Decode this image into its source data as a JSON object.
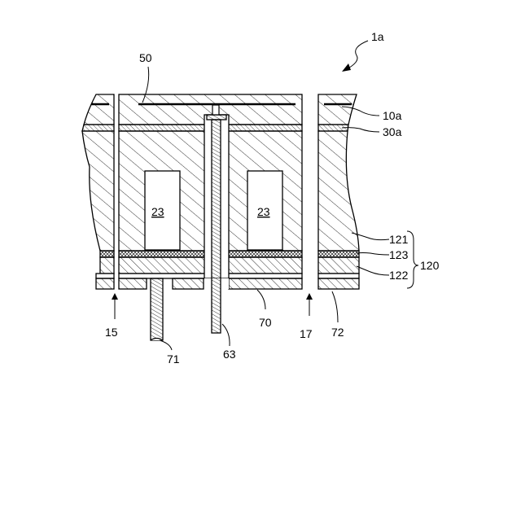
{
  "figure": {
    "labels": {
      "assembly": "1a",
      "cover": "50",
      "layer_top": "10a",
      "layer_under_top": "30a",
      "layer_121": "121",
      "layer_123": "123",
      "layer_122": "122",
      "group": "120",
      "element_left": "23",
      "element_right": "23",
      "gap_left": "15",
      "gap_right": "17",
      "pad_70": "70",
      "pad_72": "72",
      "lead_71": "71",
      "pin_63": "63"
    }
  }
}
